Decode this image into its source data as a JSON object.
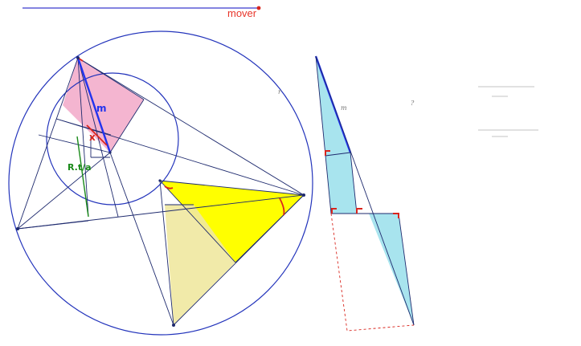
{
  "slider": {
    "label": "mover"
  },
  "labels": {
    "m": "m",
    "x": "x",
    "rta": "R.t/a",
    "r": "r",
    "m_right": "m"
  },
  "formulas": {
    "lead": "?"
  },
  "colors": {
    "circle": "#2233bb",
    "line": "#1e2a6e",
    "accent_red": "#d9251d",
    "yellow": "#ffff00",
    "pink": "#f2a8c8",
    "cyan": "#a8e4ee",
    "green": "#1a8a1a"
  }
}
